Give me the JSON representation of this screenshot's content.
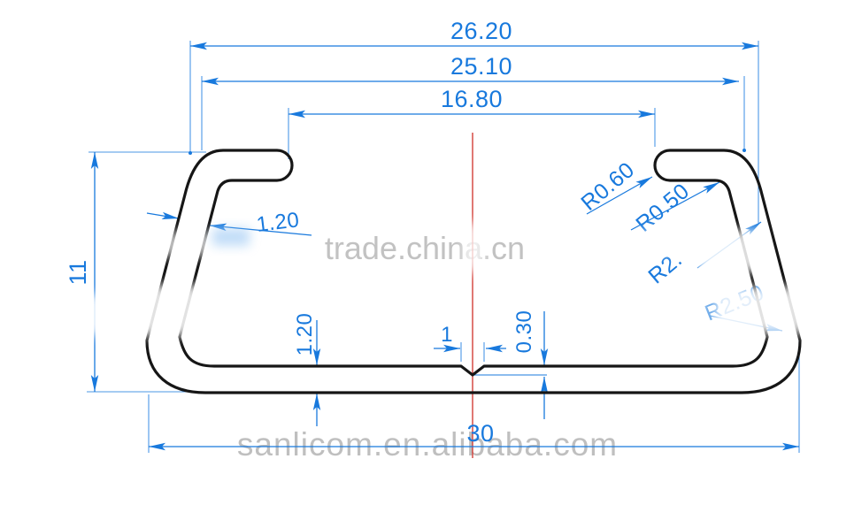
{
  "watermarks": {
    "center": "trade.china.cn",
    "bottom": "sanlicom.en.alibaba.com"
  },
  "dimensions": {
    "overall_width": "26.20",
    "inner_width": "25.10",
    "lip_span": "16.80",
    "side_height": "11",
    "base_width": "30",
    "lip_thickness": "1.20",
    "base_thickness": "1.20",
    "notch_width": "1",
    "notch_depth": "0.30"
  },
  "radii": {
    "lip_cap": "R0.60",
    "lip_inner": "R0.50",
    "wall_inner_partial": "R2.",
    "corner_outer": "R2.50"
  },
  "colors": {
    "dimension_blue": "#1879dd",
    "extension_blue": "#4b97e6",
    "profile_black": "#161616",
    "centerline_red": "#d03028",
    "watermark_gray": "#b4b4b4"
  }
}
